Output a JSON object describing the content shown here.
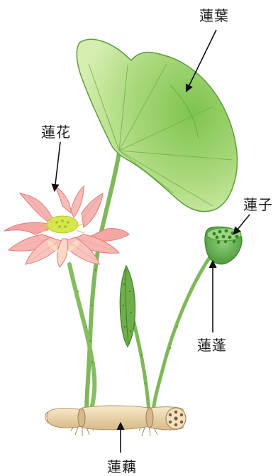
{
  "labels": {
    "leaf": "蓮葉",
    "flower": "蓮花",
    "seed": "蓮子",
    "seedpod": "蓮蓬",
    "rhizome": "蓮藕"
  },
  "colors": {
    "leaf_light": "#c9e79a",
    "leaf_mid": "#8fcb5a",
    "leaf_dark": "#5aa23a",
    "stem": "#7fb85a",
    "petal": "#f4a1a1",
    "petal_edge": "#e4606b",
    "petal_base": "#fde8c8",
    "receptacle": "#d8e84a",
    "rhizome": "#ecd9b0",
    "rhizome_dark": "#c9a97a",
    "seed": "#3f8a2e"
  }
}
